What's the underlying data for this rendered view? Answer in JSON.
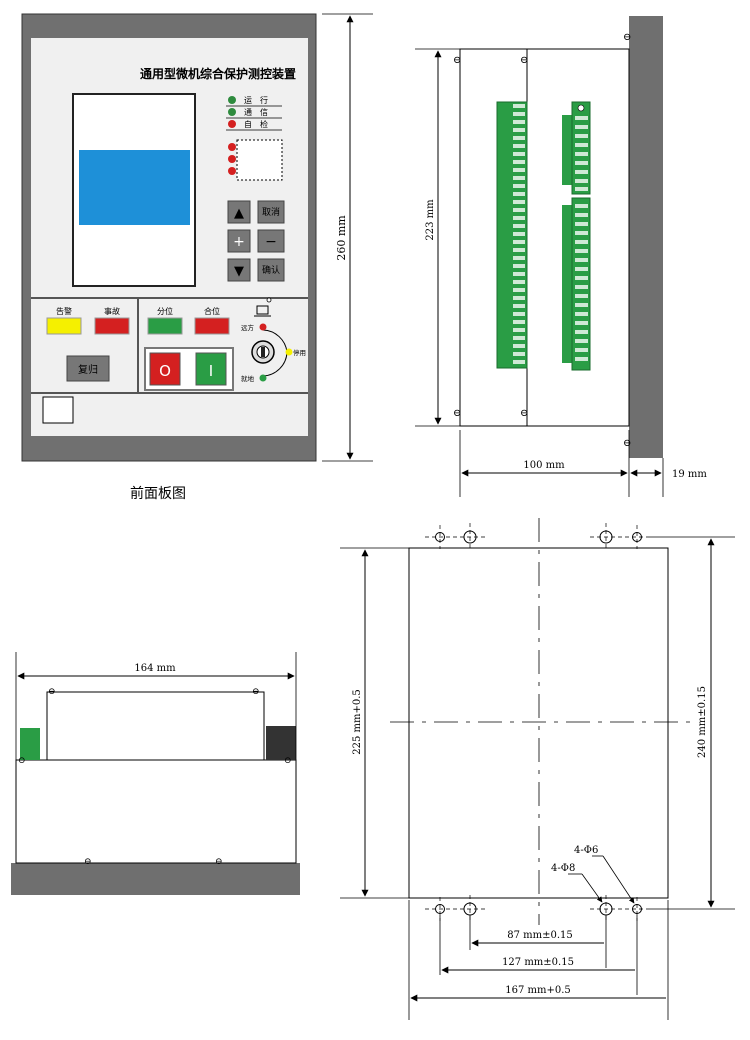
{
  "front_panel": {
    "title": "通用型微机综合保护测控装置",
    "indicators": [
      "运　行",
      "通　信",
      "自　检"
    ],
    "indicator_colors": [
      "#2e8b3e",
      "#2e8b3e",
      "#d42020"
    ],
    "keys": {
      "up": "▲",
      "cancel": "取消",
      "plus": "+",
      "minus": "−",
      "down": "▼",
      "confirm": "确认"
    },
    "alarm_label": "告警",
    "fault_label": "事故",
    "open_label": "分位",
    "close_label": "合位",
    "reset_label": "复归",
    "off_symbol": "O",
    "on_symbol": "I",
    "remote_label": "远方",
    "local_label": "就地",
    "disable_label": "停用",
    "caption": "前面板图",
    "dim_height": "260 mm"
  },
  "side_view": {
    "dim_height": "223 mm",
    "dim_depth": "100 mm",
    "dim_flange": "19 mm"
  },
  "top_view": {
    "dim_width": "164 mm"
  },
  "cutout": {
    "dim_height_cut": "225 mm+0.5",
    "dim_height_holes": "240 mm±0.15",
    "hole_small": "4-Φ6",
    "hole_large": "4-Φ8",
    "dim_87": "87 mm±0.15",
    "dim_127": "127 mm±0.15",
    "dim_167": "167 mm+0.5"
  },
  "colors": {
    "panel_frame": "#707070",
    "lcd_blue": "#1e90d8",
    "terminal_green": "#2a9d45",
    "red": "#d42020",
    "yellow": "#f5f000",
    "wall_gray": "#6f6f6f"
  }
}
